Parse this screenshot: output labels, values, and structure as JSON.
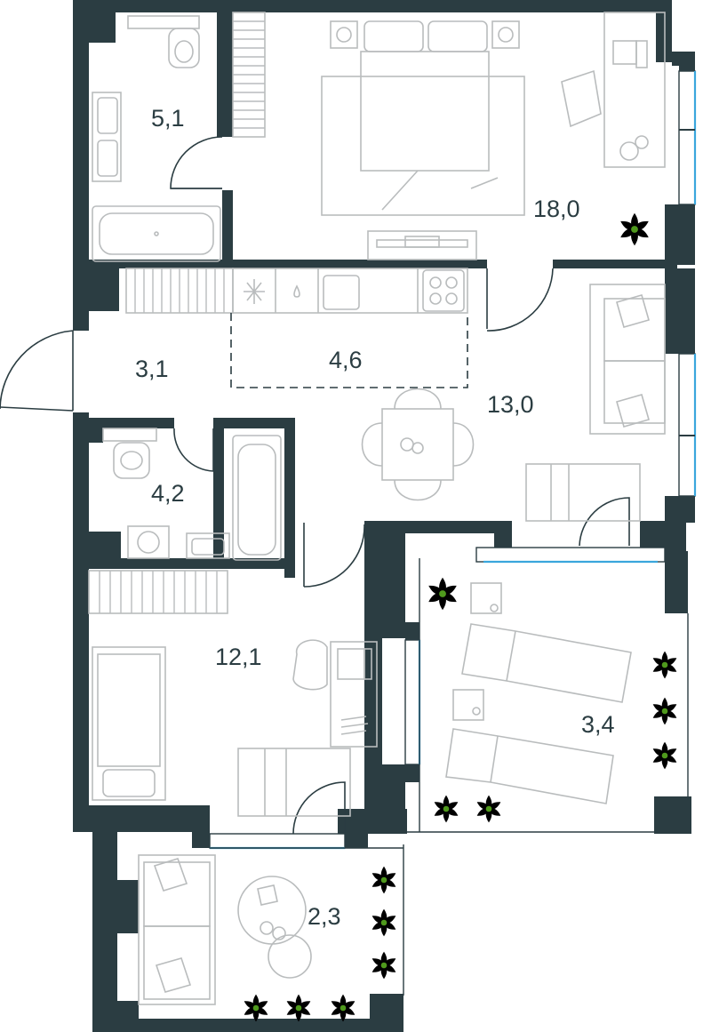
{
  "plan": {
    "colors": {
      "wall": "#2b3d42",
      "furniture": "#b9bcbd",
      "glass": "#3aa6dc",
      "plant": "#6cbd2d"
    },
    "rooms": [
      {
        "id": "bathroom-top",
        "area": "5,1"
      },
      {
        "id": "master-bedroom",
        "area": "18,0"
      },
      {
        "id": "hallway",
        "area": "3,1"
      },
      {
        "id": "kitchen-zone",
        "area": "4,6"
      },
      {
        "id": "living-room",
        "area": "13,0"
      },
      {
        "id": "bathroom-small",
        "area": "4,2"
      },
      {
        "id": "bedroom-small",
        "area": "12,1"
      },
      {
        "id": "balcony-right",
        "area": "3,4"
      },
      {
        "id": "balcony-bottom",
        "area": "2,3"
      }
    ]
  }
}
